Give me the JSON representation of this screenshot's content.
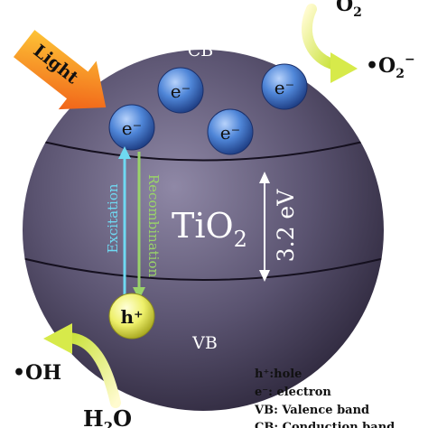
{
  "light_label": "Light",
  "cb_label": "CB",
  "vb_label": "VB",
  "electron_label": "e⁻",
  "hole_label": "h⁺",
  "material": {
    "base": "TiO",
    "subscript": "2"
  },
  "band_gap": "3.2 eV",
  "excitation_label": "Excitation",
  "recombination_label": "Recombination",
  "o2": {
    "base": "O",
    "subscript": "2"
  },
  "superoxide": {
    "base": "•O",
    "subscript": "2",
    "superscript": "−"
  },
  "hydroxyl": "•OH",
  "water": {
    "base": "H",
    "subscript": "2",
    "tail": "O"
  },
  "legend": [
    "h⁺:hole",
    "e⁻: electron",
    "VB: Valence band",
    "CB: Conduction band"
  ],
  "colors": {
    "sphere": "#5a5370",
    "electron": "#4f86d8",
    "hole": "#eef06a",
    "excitation_arrow": "#6fd9f2",
    "recombination_arrow": "#9ad36a",
    "light_arrow": "#f06a1c",
    "reaction_arrow": "#c8e63a"
  }
}
